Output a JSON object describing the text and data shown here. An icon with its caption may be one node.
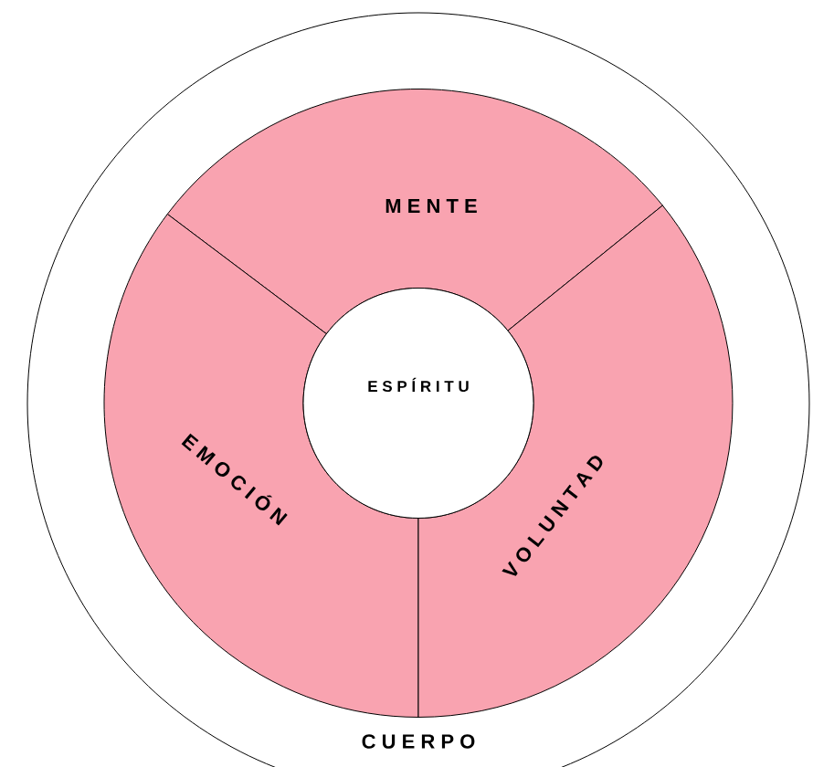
{
  "diagram": {
    "nodes": [
      {
        "text": [
          "C U E R P O"
        ]
      },
      {
        "text": [
          "M E N T E"
        ],
        "in": 0
      },
      {
        "text": [
          "E M O C I Ó N"
        ],
        "in": 0
      },
      {
        "text": [
          "V O L U N T A D"
        ],
        "in": 0
      },
      {
        "text": [
          "E S P Í R I T U"
        ],
        "in": 0
      }
    ]
  }
}
